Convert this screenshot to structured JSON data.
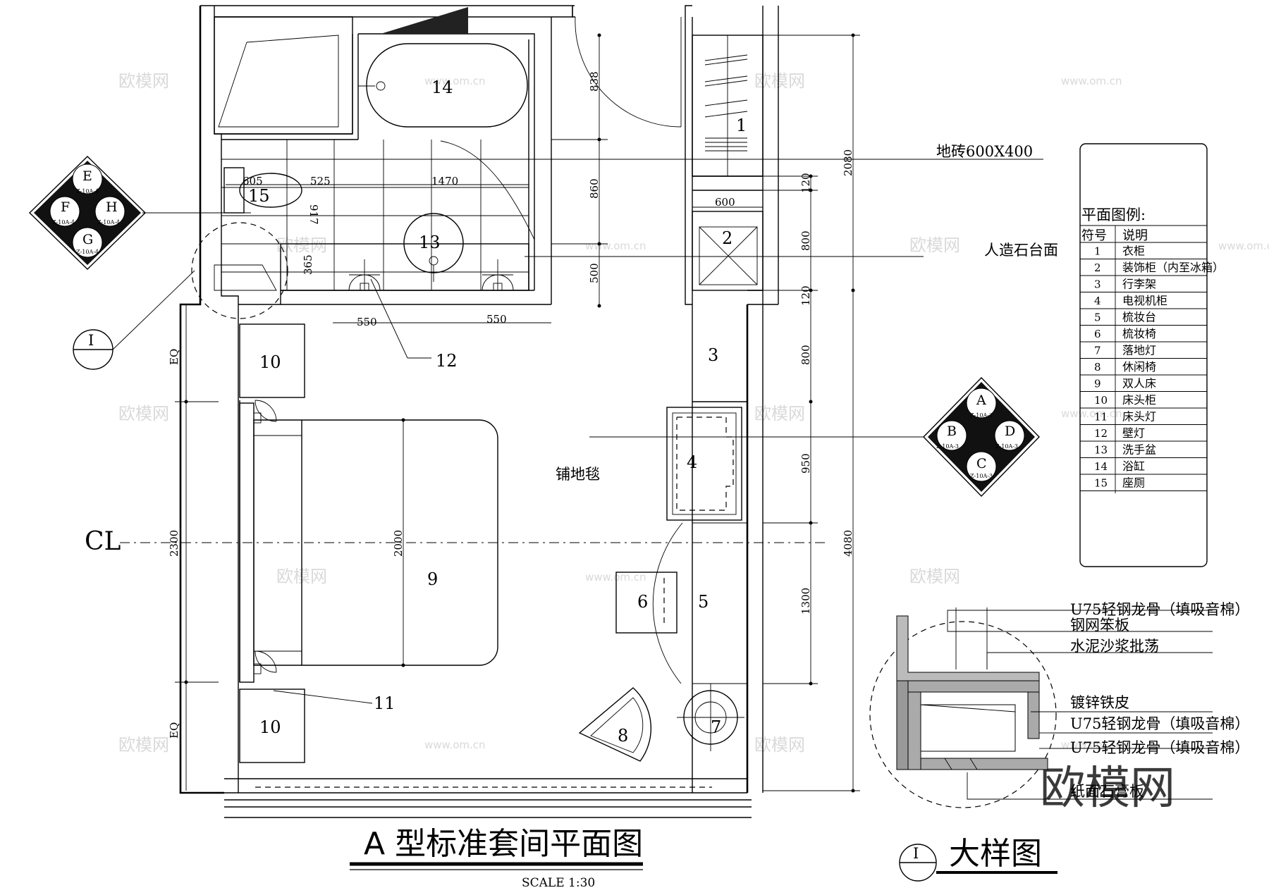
{
  "drawing": {
    "title": "A 型标准套间平面图",
    "scale": "SCALE 1:30",
    "detail_title": "大样图",
    "section_marker": "I",
    "centerline_mark": "CL"
  },
  "room_numbers": [
    "1",
    "2",
    "3",
    "4",
    "5",
    "6",
    "7",
    "8",
    "9",
    "10",
    "10",
    "11",
    "12",
    "13",
    "14",
    "15"
  ],
  "annotations": {
    "floor_tile": "地砖600X400",
    "stone_top": "人造石台面",
    "carpet": "铺地毯"
  },
  "dimensions": {
    "right_column": [
      "838",
      "860",
      "500",
      "120",
      "800",
      "120",
      "800",
      "950",
      "1300"
    ],
    "overall_right": [
      "2080",
      "4080"
    ],
    "left_side": [
      "EQ",
      "2300",
      "EQ"
    ],
    "bed_length": "2000",
    "wardrobe_width": "600",
    "basin": [
      "550",
      "550"
    ],
    "bath": [
      "605",
      "525",
      "1470",
      "917",
      "365"
    ]
  },
  "index_symbols": [
    {
      "letters": [
        "E",
        "F",
        "H",
        "G"
      ],
      "ref": "Z-10A-4"
    },
    {
      "letters": [
        "A",
        "B",
        "D",
        "C"
      ],
      "ref": "Z-10A-3"
    }
  ],
  "legend": {
    "title": "平面图例:",
    "headers": [
      "符号",
      "说明"
    ],
    "rows": [
      [
        "1",
        "衣柜"
      ],
      [
        "2",
        "装饰柜（内至冰箱）"
      ],
      [
        "3",
        "行李架"
      ],
      [
        "4",
        "电视机柜"
      ],
      [
        "5",
        "梳妆台"
      ],
      [
        "6",
        "梳妆椅"
      ],
      [
        "7",
        "落地灯"
      ],
      [
        "8",
        "休闲椅"
      ],
      [
        "9",
        "双人床"
      ],
      [
        "10",
        "床头柜"
      ],
      [
        "11",
        "床头灯"
      ],
      [
        "12",
        "壁灯"
      ],
      [
        "13",
        "洗手盆"
      ],
      [
        "14",
        "浴缸"
      ],
      [
        "15",
        "座厕"
      ]
    ]
  },
  "detail_labels": [
    "U75轻钢龙骨（填吸音棉）",
    "钢网笨板",
    "水泥沙浆批荡",
    "镀锌铁皮",
    "U75轻钢龙骨（填吸音棉）",
    "U75轻钢龙骨（填吸音棉）",
    "纸面石膏板"
  ],
  "watermark": {
    "brand": "欧模网",
    "url": "www.om.cn"
  }
}
